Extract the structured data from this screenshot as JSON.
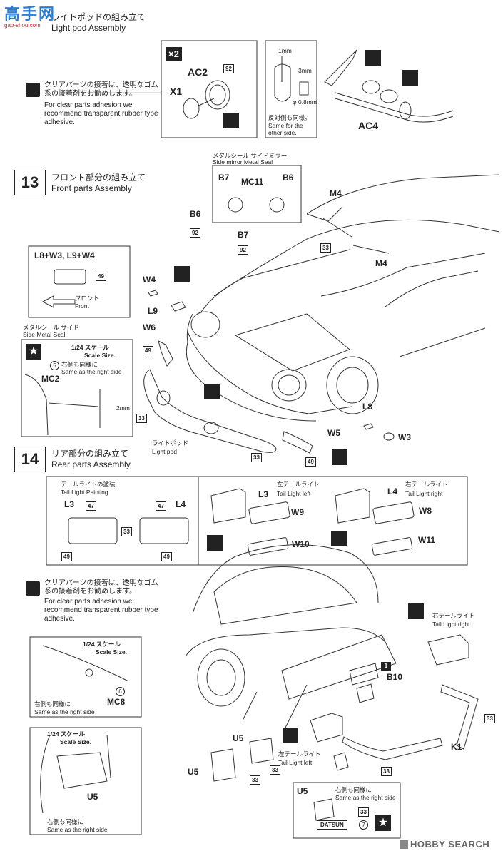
{
  "header": {
    "watermark": "高手网",
    "watermark_sub": "gao-shou.com",
    "step12_jp": "ライトポッドの組み立て",
    "step12_en": "Light pod Assembly"
  },
  "step12": {
    "note_jp": "クリアパーツの接着は、透明なゴム系の接着剤をお勧めします。",
    "note_en": "For clear parts adhesion we recommend transparent rubber type adhesive.",
    "qty": "×2",
    "parts": {
      "ac2": "AC2",
      "x1": "X1",
      "num92": "92",
      "ac4": "AC4"
    },
    "dim1": "1mm",
    "dim2": "3mm",
    "dim3": "φ 0.8mm",
    "opposite_jp": "反対側も同様。",
    "opposite_en": "Same for the other side."
  },
  "step13": {
    "num": "13",
    "title_jp": "フロント部分の組み立て",
    "title_en": "Front parts Assembly",
    "mirror_seal_jp": "メタルシール サイドミラー",
    "mirror_seal_en": "Side mirror Metal Seal",
    "b7": "B7",
    "b6": "B6",
    "mc11": "MC11",
    "m4": "M4",
    "num92": "92",
    "num33": "33",
    "num49": "49",
    "l8w3": "L8+W3, L9+W4",
    "front_jp": "フロント",
    "front_en": "Front",
    "w4": "W4",
    "l9": "L9",
    "w6": "W6",
    "l8": "L8",
    "w5": "W5",
    "w3": "W3",
    "side_seal_jp": "メタルシール サイド",
    "side_seal_en": "Side Metal Seal",
    "scale_jp": "1/24 スケール",
    "scale_en": "Scale Size.",
    "circ5": "5",
    "same_right_jp": "右側も同様に",
    "same_right_en": "Same as the right side",
    "mc2": "MC2",
    "mm2": "2mm",
    "lightpod_jp": "ライトポッド",
    "lightpod_en": "Light pod"
  },
  "step14": {
    "num": "14",
    "title_jp": "リア部分の組み立て",
    "title_en": "Rear parts Assembly",
    "tail_paint_jp": "テールライトの塗装",
    "tail_paint_en": "Tail Light Painting",
    "l3": "L3",
    "l4": "L4",
    "n47": "47",
    "n33": "33",
    "n49": "49",
    "left_tail_jp": "左テールライト",
    "left_tail_en": "Tail Light  left",
    "right_tail_jp": "右テールライト",
    "right_tail_en": "Tail Light  right",
    "w9": "W9",
    "w10": "W10",
    "w8": "W8",
    "w11": "W11",
    "note_jp": "クリアパーツの接着は、透明なゴム系の接着剤をお勧めします。",
    "note_en": "For clear parts adhesion we recommend transparent rubber type adhesive.",
    "scale_jp": "1/24 スケール",
    "scale_en": "Scale Size.",
    "circ6": "6",
    "mc8": "MC8",
    "same_right_jp": "右側も同様に",
    "same_right_en": "Same as the right side",
    "u5": "U5",
    "b10": "B10",
    "k1": "K1",
    "n1": "1",
    "right_tail2_jp": "右テールライト",
    "right_tail2_en": "Tail Light  right",
    "left_tail2_jp": "左テールライト",
    "left_tail2_en": "Tail Light  left",
    "same_right_side_jp": "右側も同様に",
    "same_right_side_en": "Same as the right side",
    "datsun": "DATSUN",
    "circ7": "7"
  },
  "footer": {
    "logo": "HOBBY SEARCH"
  }
}
